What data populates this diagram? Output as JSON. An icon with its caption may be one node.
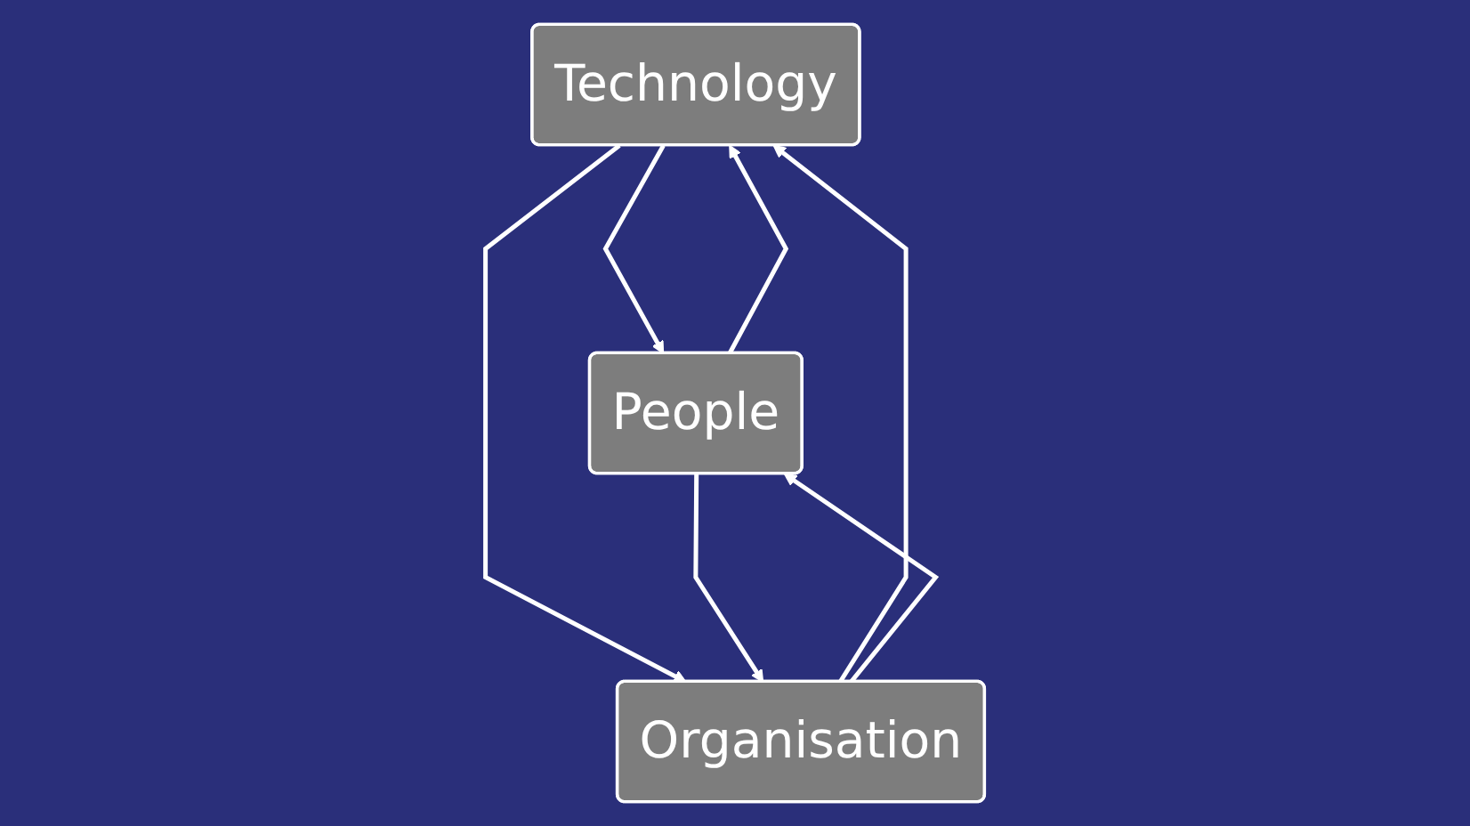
{
  "diagram": {
    "nodes": [
      {
        "text": [
          "Technology"
        ]
      },
      {
        "text": [
          "People"
        ]
      },
      {
        "text": [
          "Organisation"
        ]
      }
    ],
    "edges": [
      {
        "from": 1,
        "to": 0,
        "arrow": "to"
      },
      {
        "from": 0,
        "to": 1,
        "arrow": "to"
      },
      {
        "from": 0,
        "to": 2,
        "arrow": "to"
      },
      {
        "from": 2,
        "to": 0,
        "arrow": "to"
      },
      {
        "from": 2,
        "to": 1,
        "arrow": "to"
      },
      {
        "from": 1,
        "to": 2,
        "arrow": "to"
      }
    ]
  }
}
